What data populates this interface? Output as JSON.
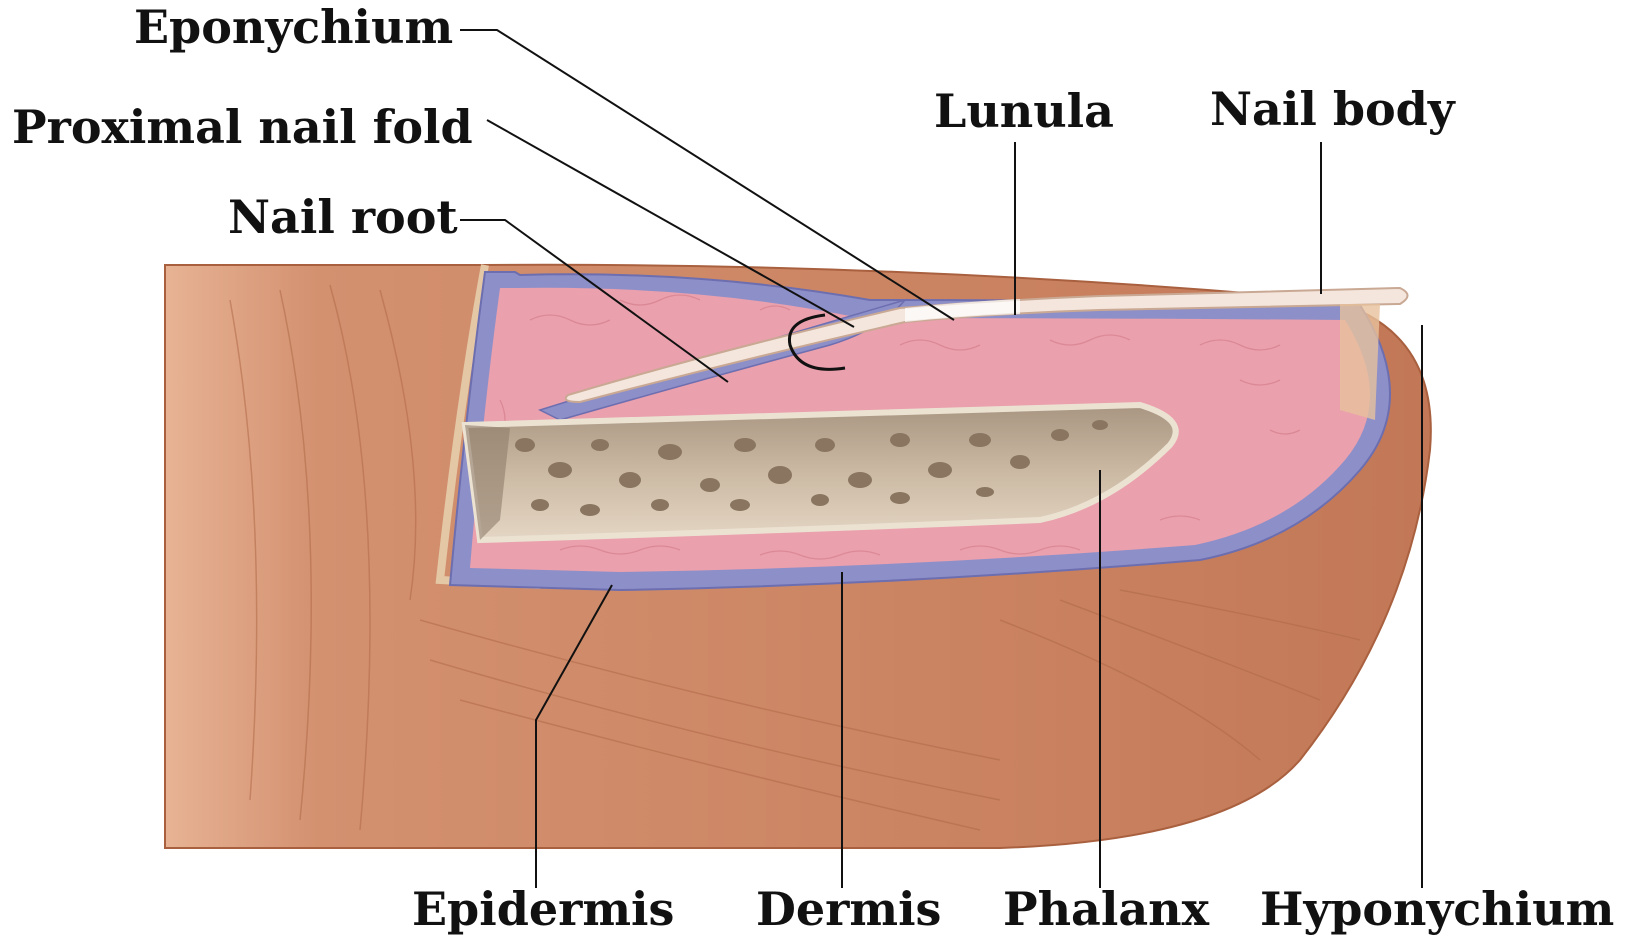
{
  "labels": {
    "eponychium": "Eponychium",
    "proximal_nail_fold": "Proximal nail fold",
    "nail_root": "Nail root",
    "lunula": "Lunula",
    "nail_body": "Nail body",
    "epidermis": "Epidermis",
    "dermis": "Dermis",
    "phalanx": "Phalanx",
    "hyponychium": "Hyponychium"
  },
  "colors": {
    "skin": "#d08a66",
    "skin_dark": "#b86e4c",
    "dermis": "#eaa0ad",
    "epidermis": "#8d8fc9",
    "bone": "#c9b49c",
    "bone_pores": "#8a7660",
    "nail": "#f4e6dc",
    "text": "#111111"
  }
}
